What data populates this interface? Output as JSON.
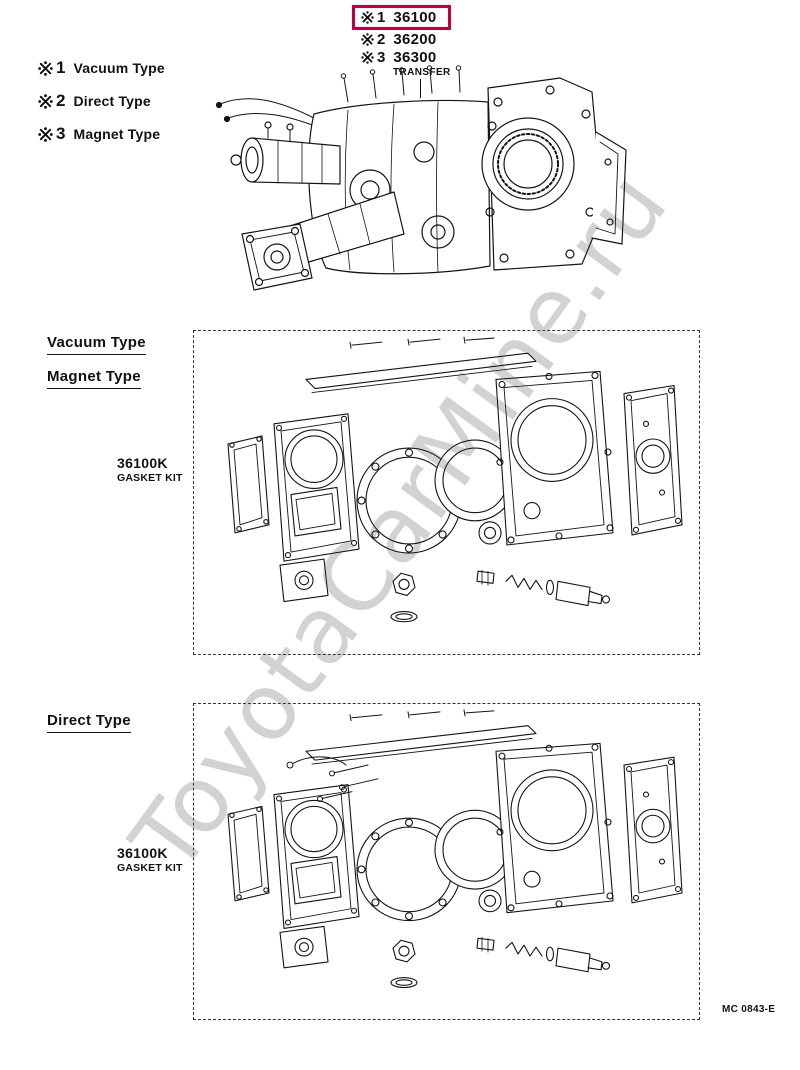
{
  "watermark": "ToyotaCarMine.ru",
  "reference_symbol": "※",
  "header": {
    "highlight_color": "#c2003e",
    "rows": [
      {
        "ref": "1",
        "number": "36100",
        "highlighted": true
      },
      {
        "ref": "2",
        "number": "36200",
        "highlighted": false
      },
      {
        "ref": "3",
        "number": "36300",
        "highlighted": false
      }
    ],
    "transfer_label": "TRANSFER"
  },
  "legend": {
    "items": [
      {
        "ref": "1",
        "label": "Vacuum Type"
      },
      {
        "ref": "2",
        "label": "Direct Type"
      },
      {
        "ref": "3",
        "label": "Magnet Type"
      }
    ]
  },
  "sections": [
    {
      "titles": [
        "Vacuum Type",
        "Magnet Type"
      ],
      "part_code": "36100K",
      "part_label": "GASKET KIT"
    },
    {
      "titles": [
        "Direct Type"
      ],
      "part_code": "36100K",
      "part_label": "GASKET KIT"
    }
  ],
  "footer": {
    "doc_code": "MC 0843-E"
  }
}
